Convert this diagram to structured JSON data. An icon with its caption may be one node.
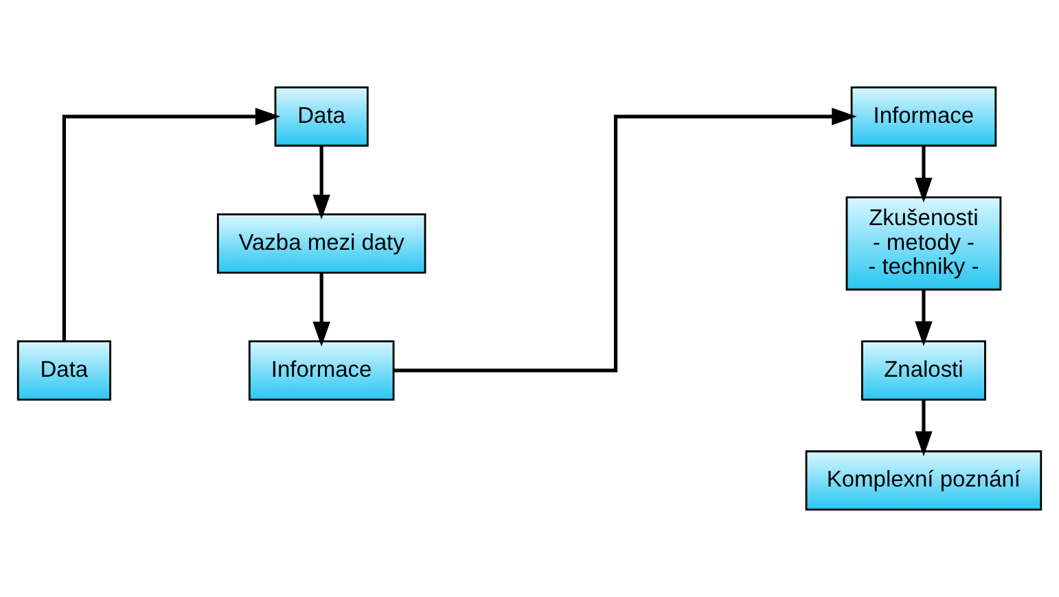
{
  "diagram": {
    "nodes": [
      {
        "text": [
          "Data"
        ]
      },
      {
        "text": [
          "Data"
        ]
      },
      {
        "text": [
          "Vazba mezi daty"
        ]
      },
      {
        "text": [
          "Informace"
        ]
      },
      {
        "text": [
          "Informace"
        ]
      },
      {
        "text": [
          "Zkušenosti",
          "- metody -",
          "- techniky -"
        ]
      },
      {
        "text": [
          "Znalosti"
        ]
      },
      {
        "text": [
          "Komplexní poznání"
        ]
      }
    ],
    "edges": [
      {
        "from": 0,
        "to": 1,
        "arrow": "to"
      },
      {
        "from": 1,
        "to": 2,
        "arrow": "to"
      },
      {
        "from": 2,
        "to": 3,
        "arrow": "to"
      },
      {
        "from": 3,
        "to": 4,
        "arrow": "to"
      },
      {
        "from": 4,
        "to": 5,
        "arrow": "to"
      },
      {
        "from": 5,
        "to": 6,
        "arrow": "to"
      },
      {
        "from": 6,
        "to": 7,
        "arrow": "to"
      }
    ]
  }
}
